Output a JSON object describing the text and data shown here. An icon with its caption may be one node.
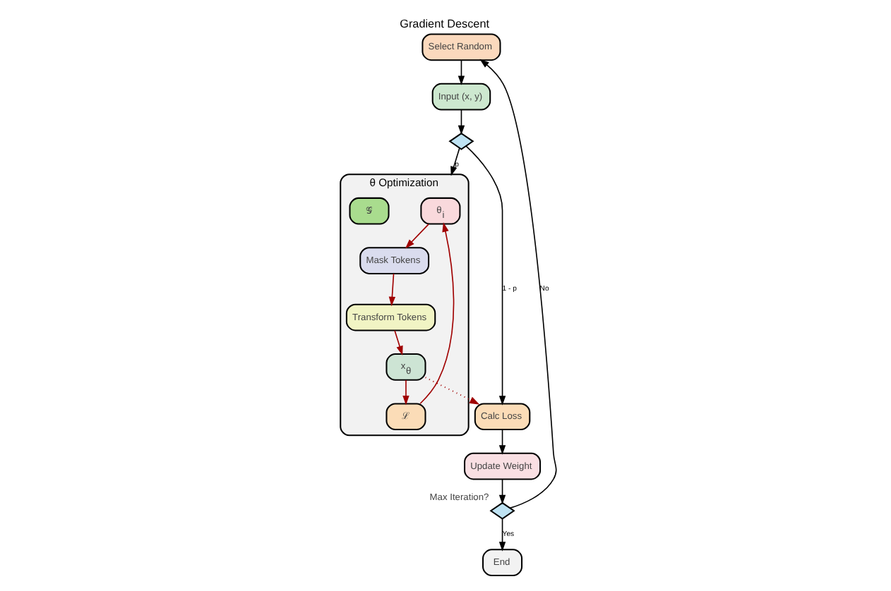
{
  "diagram": {
    "title": "Gradient Descent",
    "nodes": [
      {
        "text": [
          "Select Random"
        ]
      },
      {
        "text": [
          "Input (x, y)"
        ]
      },
      {
        "text": [],
        "shape": "diamond"
      },
      {
        "text": [
          "θ Optimization"
        ]
      },
      {
        "text": [
          "θ$_{i}$"
        ],
        "in": 3
      },
      {
        "text": [
          "Mask Tokens"
        ],
        "in": 3
      },
      {
        "text": [
          "Transform Tokens"
        ],
        "in": 3
      },
      {
        "text": [
          "𝒢"
        ],
        "in": 3
      },
      {
        "text": [
          "x$_{θ}$"
        ],
        "in": 3
      },
      {
        "text": [
          "ℒ"
        ],
        "in": 3
      },
      {
        "text": [
          "Calc Loss"
        ]
      },
      {
        "text": [
          "Update Weight"
        ]
      },
      {
        "text": [],
        "shape": "diamond",
        "beside": [
          "Max Iteration?"
        ]
      },
      {
        "text": [
          "End"
        ]
      }
    ],
    "edges": [
      {
        "from": 0,
        "to": 1,
        "arrow": "to"
      },
      {
        "from": 1,
        "to": 2,
        "arrow": "to"
      },
      {
        "from": 2,
        "to": 3,
        "arrow": "to",
        "label": "p"
      },
      {
        "from": 2,
        "to": 10,
        "arrow": "to",
        "label": "1 - p"
      },
      {
        "from": 4,
        "to": 5,
        "arrow": "to",
        "color": "#a00000"
      },
      {
        "from": 5,
        "to": 6,
        "arrow": "to",
        "color": "#a00000"
      },
      {
        "from": 6,
        "to": 8,
        "arrow": "to",
        "color": "#a00000"
      },
      {
        "from": 8,
        "to": 9,
        "arrow": "to",
        "color": "#a00000"
      },
      {
        "from": 9,
        "to": 4,
        "arrow": "to",
        "color": "#a00000"
      },
      {
        "from": 8,
        "to": 10,
        "arrow": "to",
        "style": "dashed",
        "color": "#a00000"
      },
      {
        "from": 10,
        "to": 11,
        "arrow": "to"
      },
      {
        "from": 11,
        "to": 12,
        "arrow": "to"
      },
      {
        "from": 12,
        "to": 13,
        "arrow": "to",
        "label": "Yes"
      },
      {
        "from": 12,
        "to": 0,
        "arrow": "to",
        "label": "No"
      }
    ]
  }
}
